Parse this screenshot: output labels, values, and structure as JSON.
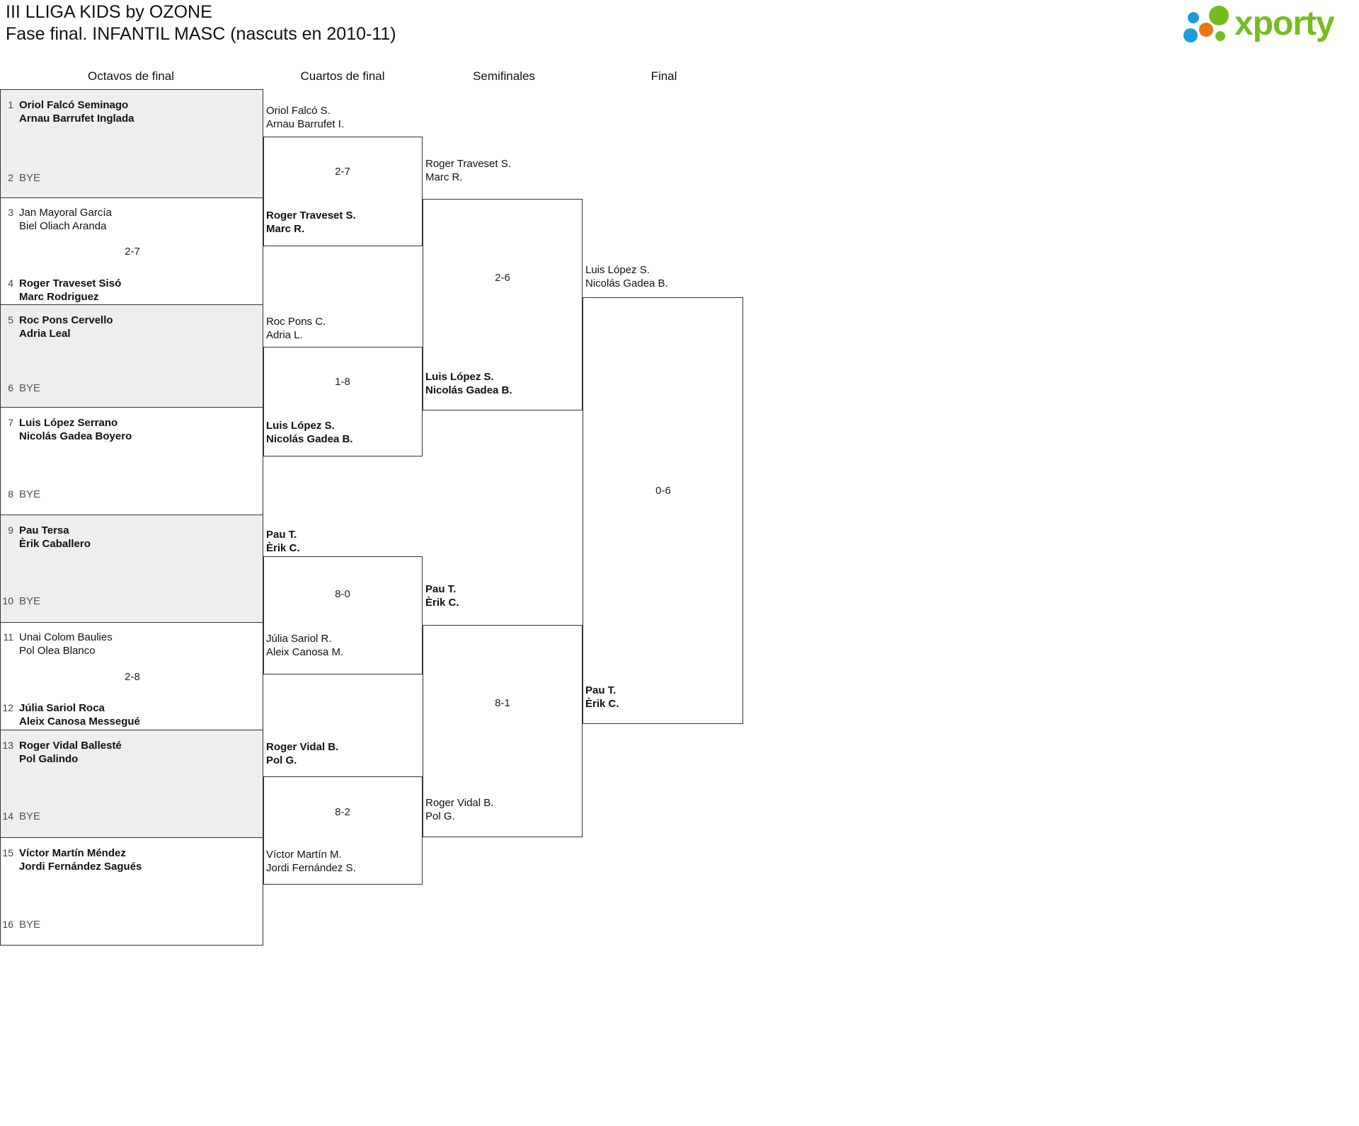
{
  "header": {
    "title_line1": "III LLIGA KIDS by OZONE",
    "title_line2": "Fase final. INFANTIL MASC (nascuts en 2010-11)",
    "logo_text": "xporty",
    "logo_colors": {
      "green": "#76bc21",
      "blue": "#1b9dd9",
      "orange": "#e8761a"
    }
  },
  "rounds": [
    {
      "label": "Octavos de final"
    },
    {
      "label": "Cuartos de final"
    },
    {
      "label": "Semifinales"
    },
    {
      "label": "Final"
    }
  ],
  "round1": {
    "entries": [
      {
        "seed": "1",
        "names": "Oriol Falcó Seminago\nArnau Barrufet Inglada",
        "winner": true,
        "bye": false,
        "shaded": true
      },
      {
        "seed": "2",
        "names": "BYE",
        "winner": false,
        "bye": true,
        "shaded": true
      },
      {
        "seed": "3",
        "names": "Jan Mayoral García\nBiel Oliach Aranda",
        "winner": false,
        "bye": false,
        "shaded": false
      },
      {
        "seed": "4",
        "names": "Roger Traveset Sisó\nMarc Rodriguez",
        "winner": true,
        "bye": false,
        "shaded": false
      },
      {
        "seed": "5",
        "names": "Roc Pons Cervello\nAdria Leal",
        "winner": true,
        "bye": false,
        "shaded": true
      },
      {
        "seed": "6",
        "names": "BYE",
        "winner": false,
        "bye": true,
        "shaded": true
      },
      {
        "seed": "7",
        "names": "Luis López Serrano\nNicolás Gadea Boyero",
        "winner": true,
        "bye": false,
        "shaded": false
      },
      {
        "seed": "8",
        "names": "BYE",
        "winner": false,
        "bye": true,
        "shaded": false
      },
      {
        "seed": "9",
        "names": "Pau Tersa\nÈrik Caballero",
        "winner": true,
        "bye": false,
        "shaded": true
      },
      {
        "seed": "10",
        "names": "BYE",
        "winner": false,
        "bye": true,
        "shaded": true
      },
      {
        "seed": "11",
        "names": "Unai Colom Baulies\nPol Olea Blanco",
        "winner": false,
        "bye": false,
        "shaded": false
      },
      {
        "seed": "12",
        "names": "Júlia Sariol Roca\nAleix Canosa Messegué",
        "winner": true,
        "bye": false,
        "shaded": false
      },
      {
        "seed": "13",
        "names": "Roger Vidal Ballesté\nPol Galindo",
        "winner": true,
        "bye": false,
        "shaded": true
      },
      {
        "seed": "14",
        "names": "BYE",
        "winner": false,
        "bye": true,
        "shaded": true
      },
      {
        "seed": "15",
        "names": "Víctor Martín Méndez\nJordi Fernández Sagués",
        "winner": true,
        "bye": false,
        "shaded": false
      },
      {
        "seed": "16",
        "names": "BYE",
        "winner": false,
        "bye": true,
        "shaded": false
      }
    ],
    "scores": [
      "2-7",
      "2-8"
    ]
  },
  "round2": {
    "slots": [
      {
        "names": "Oriol Falcó S.\nArnau Barrufet I.",
        "winner": false
      },
      {
        "names": "Roger Traveset S.\nMarc R.",
        "winner": true
      },
      {
        "names": "Roc Pons C.\nAdria L.",
        "winner": false
      },
      {
        "names": "Luis López S.\nNicolás Gadea B.",
        "winner": true
      },
      {
        "names": "Pau T.\nÈrik C.",
        "winner": true
      },
      {
        "names": "Júlia Sariol R.\nAleix Canosa M.",
        "winner": false
      },
      {
        "names": "Roger Vidal B.\nPol G.",
        "winner": true
      },
      {
        "names": "Víctor Martín M.\nJordi Fernández S.",
        "winner": false
      }
    ],
    "scores": [
      "2-7",
      "1-8",
      "8-0",
      "8-2"
    ]
  },
  "round3": {
    "slots": [
      {
        "names": "Roger Traveset S.\nMarc R.",
        "winner": false
      },
      {
        "names": "Luis López S.\nNicolás Gadea B.",
        "winner": true
      },
      {
        "names": "Pau T.\nÈrik C.",
        "winner": true
      },
      {
        "names": "Roger Vidal B.\nPol G.",
        "winner": false
      }
    ],
    "scores": [
      "2-6",
      "8-1"
    ]
  },
  "round4": {
    "slots": [
      {
        "names": "Luis López S.\nNicolás Gadea B.",
        "winner": false
      },
      {
        "names": "Pau T.\nÈrik C.",
        "winner": true
      }
    ],
    "scores": [
      "0-6"
    ]
  }
}
